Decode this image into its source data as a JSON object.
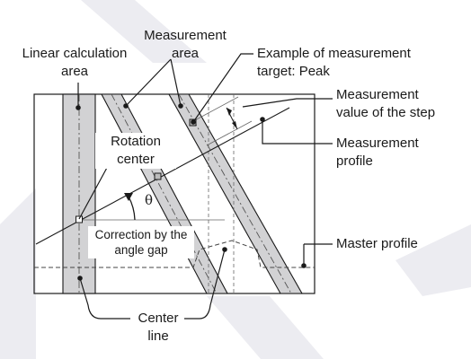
{
  "diagram": {
    "labels": {
      "linear_calc": [
        "Linear calculation",
        "area"
      ],
      "measurement_area": [
        "Measurement",
        "area"
      ],
      "example_target": [
        "Example of measurement",
        "target: Peak"
      ],
      "measurement_value": [
        "Measurement",
        "value of the step"
      ],
      "measurement_profile": [
        "Measurement",
        "profile"
      ],
      "master_profile": "Master profile",
      "rotation_center": [
        "Rotation",
        "center"
      ],
      "theta": "θ",
      "correction": [
        "Correction by the",
        "angle gap"
      ],
      "center_line": [
        "Center",
        "line"
      ]
    },
    "colors": {
      "line": "#1a1a1a",
      "band_fill": "#d2d2d4",
      "dashed": "#555555",
      "watermark": "#e9e9ee"
    }
  }
}
